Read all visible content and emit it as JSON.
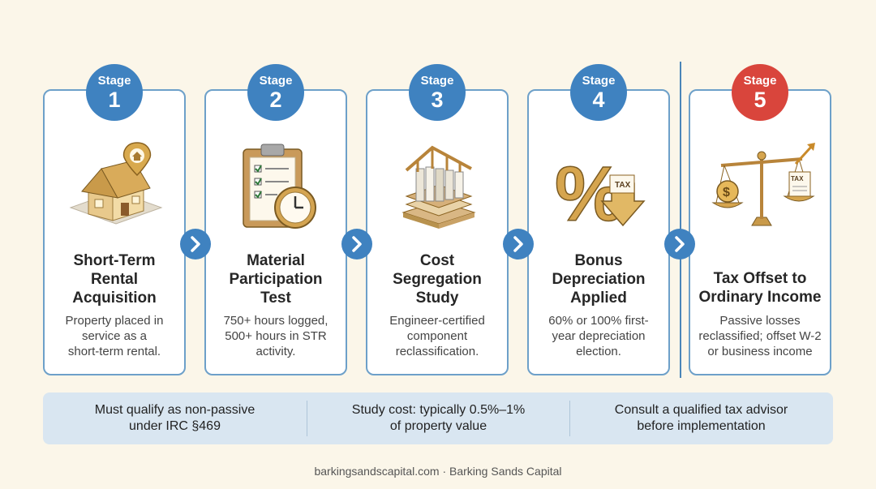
{
  "colors": {
    "background": "#fbf6e9",
    "accent_blue": "#3f82c0",
    "final_red": "#d9453c",
    "card_border": "#6da0c9",
    "footer_panel": "#d9e6f1"
  },
  "stages": [
    {
      "badge_label": "Stage",
      "number": "1",
      "icon": "house-location-icon",
      "title_lines": [
        "Short-Term",
        "Rental",
        "Acquisition"
      ],
      "description_lines": [
        "Property placed in",
        "service as a",
        "short-term rental."
      ]
    },
    {
      "badge_label": "Stage",
      "number": "2",
      "icon": "clipboard-clock-icon",
      "title_lines": [
        "Material",
        "Participation",
        "Test"
      ],
      "description_lines": [
        "750+ hours logged,",
        "500+ hours in STR",
        "activity."
      ]
    },
    {
      "badge_label": "Stage",
      "number": "3",
      "icon": "building-components-icon",
      "title_lines": [
        "Cost",
        "Segregation",
        "Study"
      ],
      "description_lines": [
        "Engineer-certified",
        "component",
        "reclassification."
      ]
    },
    {
      "badge_label": "Stage",
      "number": "4",
      "icon": "percent-tax-down-icon",
      "title_lines": [
        "Bonus",
        "Depreciation",
        "Applied"
      ],
      "description_lines": [
        "60% or 100% first-",
        "year depreciation",
        "election."
      ]
    },
    {
      "badge_label": "Stage",
      "number": "5",
      "icon": "balance-scale-icon",
      "title_lines": [
        "Tax Offset to",
        "Ordinary Income"
      ],
      "description_lines": [
        "Passive losses",
        "reclassified; offset W-2",
        "or business income"
      ]
    }
  ],
  "icon_text": {
    "tax_label": "TAX",
    "percent_symbol": "%",
    "dollar_symbol": "$"
  },
  "footer": [
    {
      "lines": [
        "Must qualify as non-passive",
        "under IRC §469"
      ]
    },
    {
      "lines": [
        "Study cost: typically 0.5%–1%",
        "of property value"
      ]
    },
    {
      "lines": [
        "Consult a qualified tax advisor",
        "before implementation"
      ]
    }
  ],
  "credit": "barkingsandscapital.com · Barking Sands Capital"
}
